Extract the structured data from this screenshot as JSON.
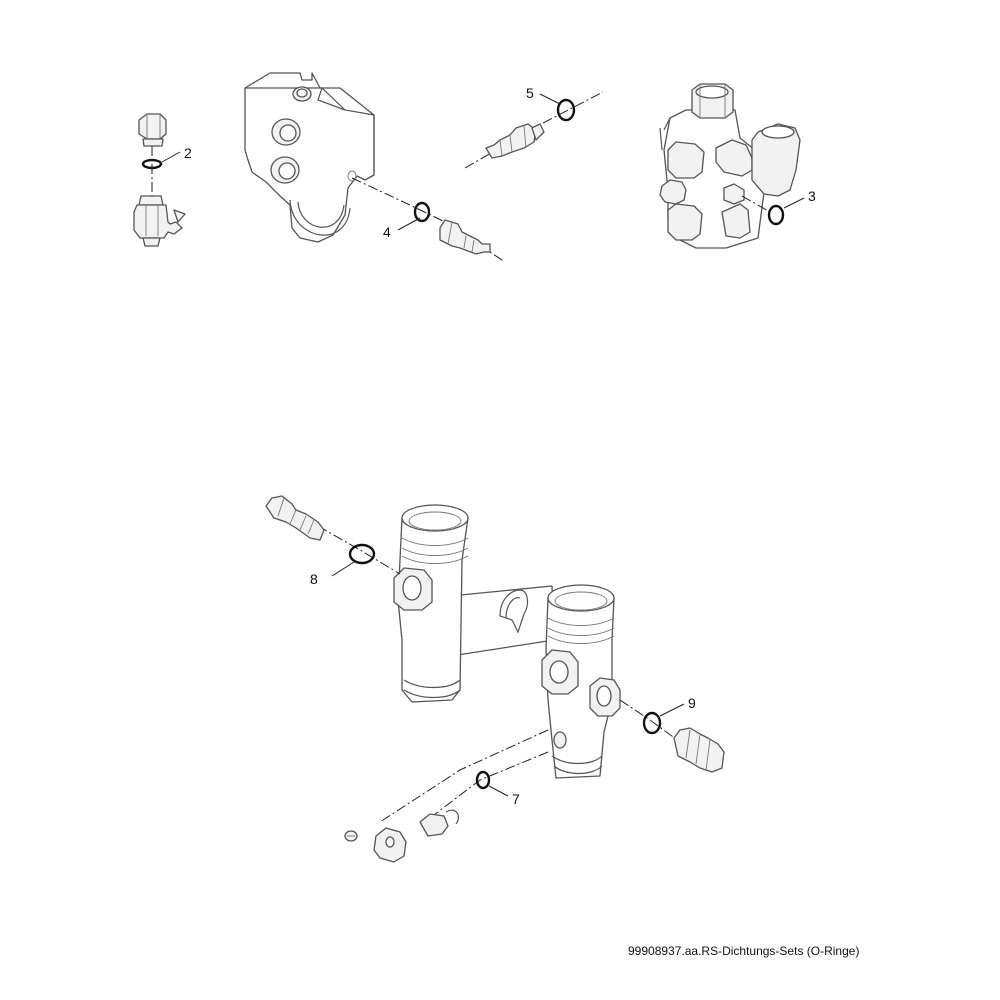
{
  "caption": "99908937.aa.RS-Dichtungs-Sets (O-Ringe)",
  "callouts": [
    "2",
    "3",
    "4",
    "5",
    "7",
    "8",
    "9"
  ],
  "colors": {
    "line": "#555555",
    "fill": "#f2f2f2",
    "text": "#111111"
  }
}
